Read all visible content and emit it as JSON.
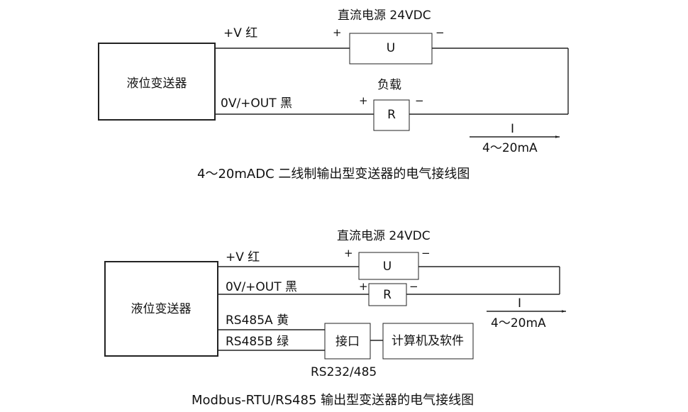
{
  "diagram1": {
    "transmitter": "液位变送器",
    "power_supply": "直流电源 24VDC",
    "power_box": "U",
    "plus": "+",
    "minus": "−",
    "wire_v": "+V 红",
    "wire_out": "0V/+OUT 黑",
    "load_label": "负载",
    "load_box": "R",
    "current": "I",
    "current_range": "4～20mA",
    "caption": "4～20mADC 二线制输出型变送器的电气接线图"
  },
  "diagram2": {
    "transmitter": "液位变送器",
    "power_supply": "直流电源 24VDC",
    "power_box": "U",
    "plus": "+",
    "minus": "−",
    "wire_v": "+V 红",
    "wire_out": "0V/+OUT 黑",
    "load_box": "R",
    "wire_a": "RS485A 黄",
    "wire_b": "RS485B 绿",
    "interface": "接口",
    "computer": "计算机及软件",
    "interface_type": "RS232/485",
    "current": "I",
    "current_range": "4～20mA",
    "caption": "Modbus-RTU/RS485 输出型变送器的电气接线图"
  }
}
